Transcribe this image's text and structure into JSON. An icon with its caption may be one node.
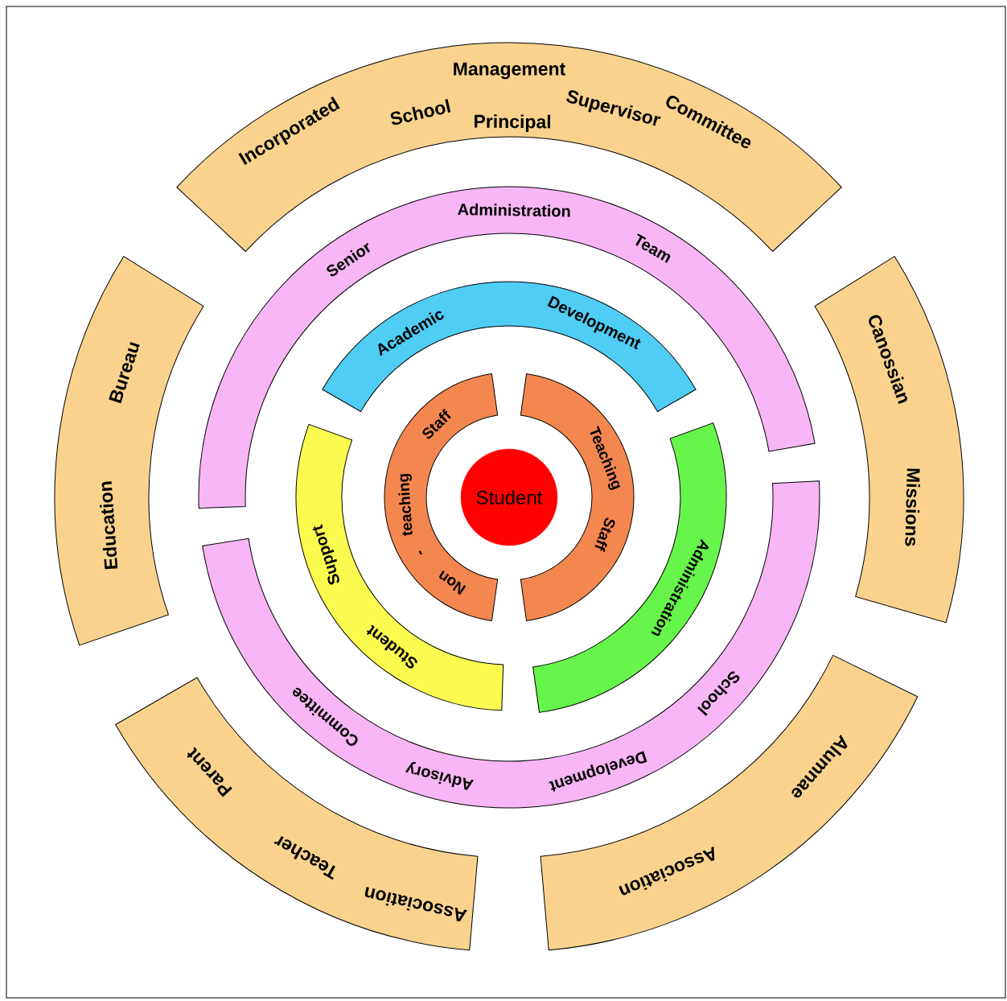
{
  "diagram": {
    "nodes": [
      {
        "text": [
          "Student"
        ]
      },
      {
        "text": [
          "Non",
          "-",
          "teaching",
          "Staff"
        ]
      },
      {
        "text": [
          "Teaching",
          "Staff"
        ]
      },
      {
        "text": [
          "Academic",
          "Development"
        ]
      },
      {
        "text": [
          "Administration"
        ]
      },
      {
        "text": [
          "Support",
          "Student"
        ]
      },
      {
        "text": [
          "Senior",
          "Administration",
          "Team"
        ]
      },
      {
        "text": [
          "School",
          "Development",
          "Advisory",
          "Committee"
        ]
      },
      {
        "text": [
          "Incorporated",
          "Management",
          "Committee",
          "School",
          "Principal",
          "Supervisor"
        ]
      },
      {
        "text": [
          "Education",
          "Bureau"
        ]
      },
      {
        "text": [
          "Canossian",
          "Missions"
        ]
      },
      {
        "text": [
          "Alumnae",
          "Association"
        ]
      },
      {
        "text": [
          "Parent",
          "Teacher",
          "Association"
        ]
      }
    ]
  }
}
